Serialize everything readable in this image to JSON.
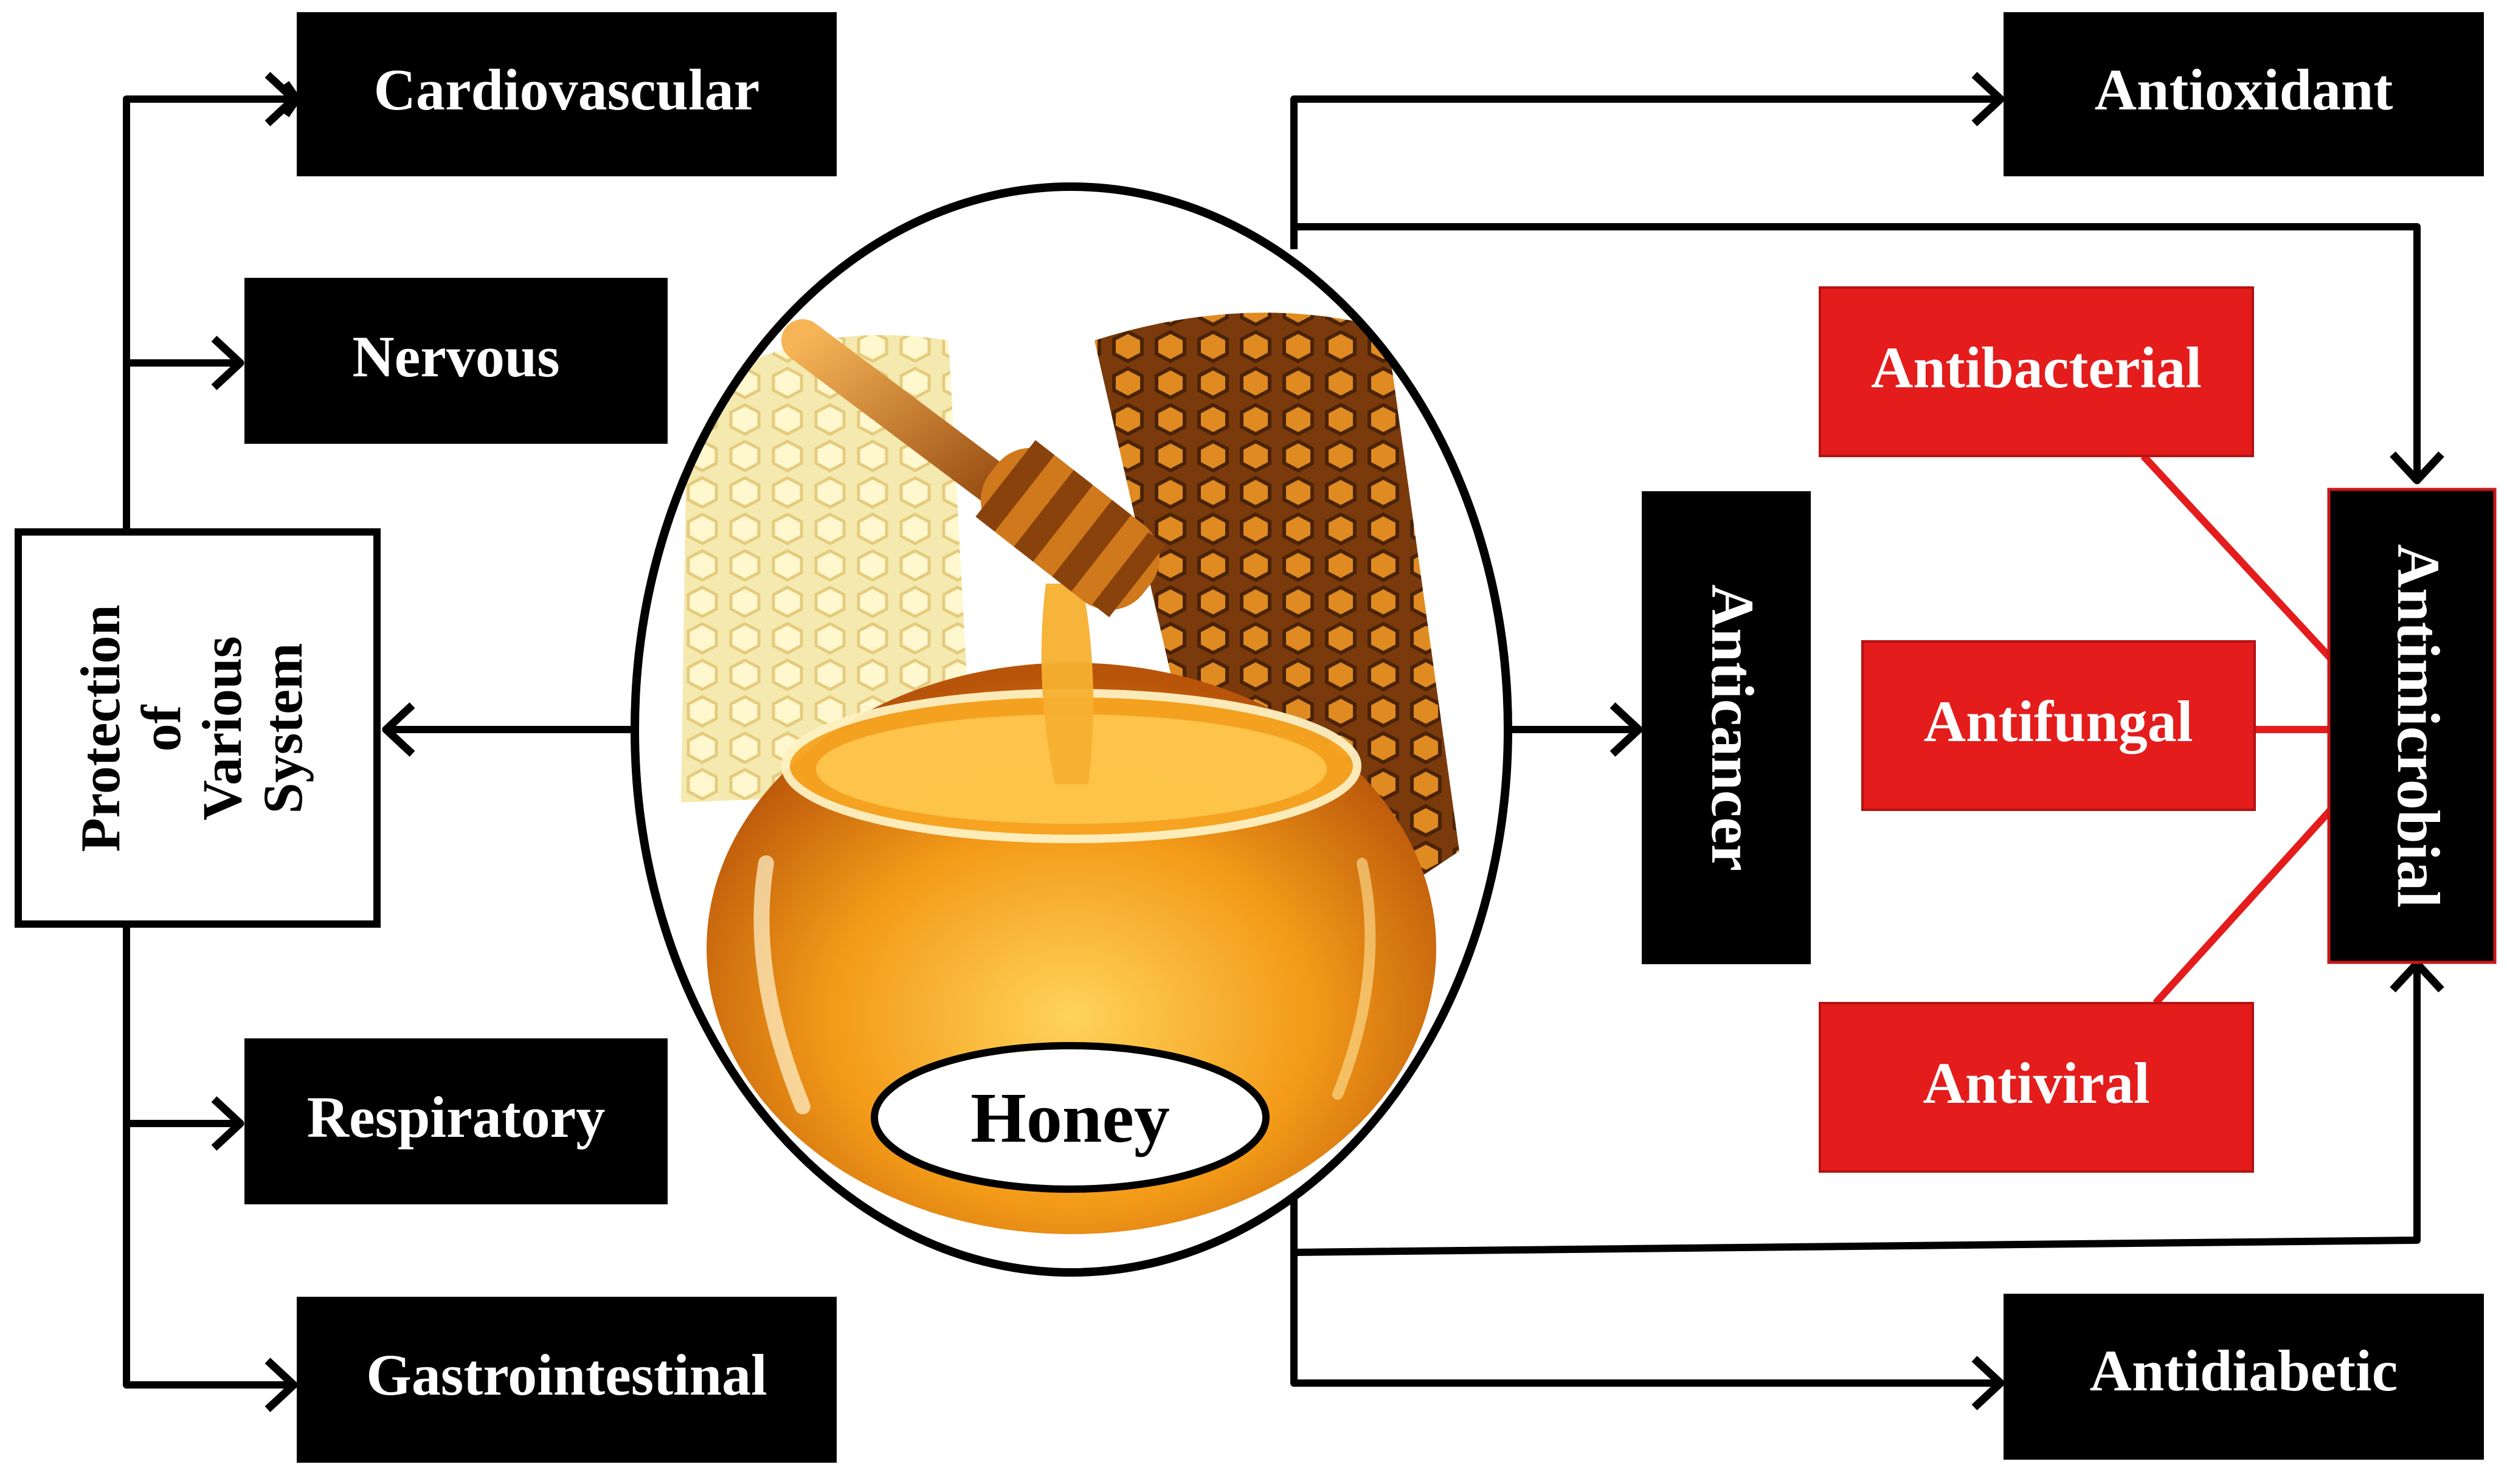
{
  "colors": {
    "black_box": "#000000",
    "red_box": "#e41c1c",
    "red_line": "#e41c1c",
    "label_text": "#ffffff",
    "white_box": "#ffffff",
    "honey_light": "#ffd35a",
    "honey_mid": "#f39a18",
    "honey_dark": "#b8540a"
  },
  "center": {
    "label": "Honey",
    "image": "honey-jar-with-dipper-and-honeycomb"
  },
  "hub_box": {
    "lines": [
      "Protection",
      "of",
      "Various",
      "System"
    ]
  },
  "left_systems": [
    {
      "id": "cardiovascular",
      "label": "Cardiovascular"
    },
    {
      "id": "nervous",
      "label": "Nervous"
    },
    {
      "id": "respiratory",
      "label": "Respiratory"
    },
    {
      "id": "gastrointestinal",
      "label": "Gastrointestinal"
    }
  ],
  "right_effects": {
    "antioxidant": "Antioxidant",
    "anticancer": "Anticancer",
    "antidiabetic": "Antidiabetic",
    "antimicrobial": "Antimicrobial",
    "antimicrobial_types": [
      "Antibacterial",
      "Antifungal",
      "Antiviral"
    ]
  }
}
